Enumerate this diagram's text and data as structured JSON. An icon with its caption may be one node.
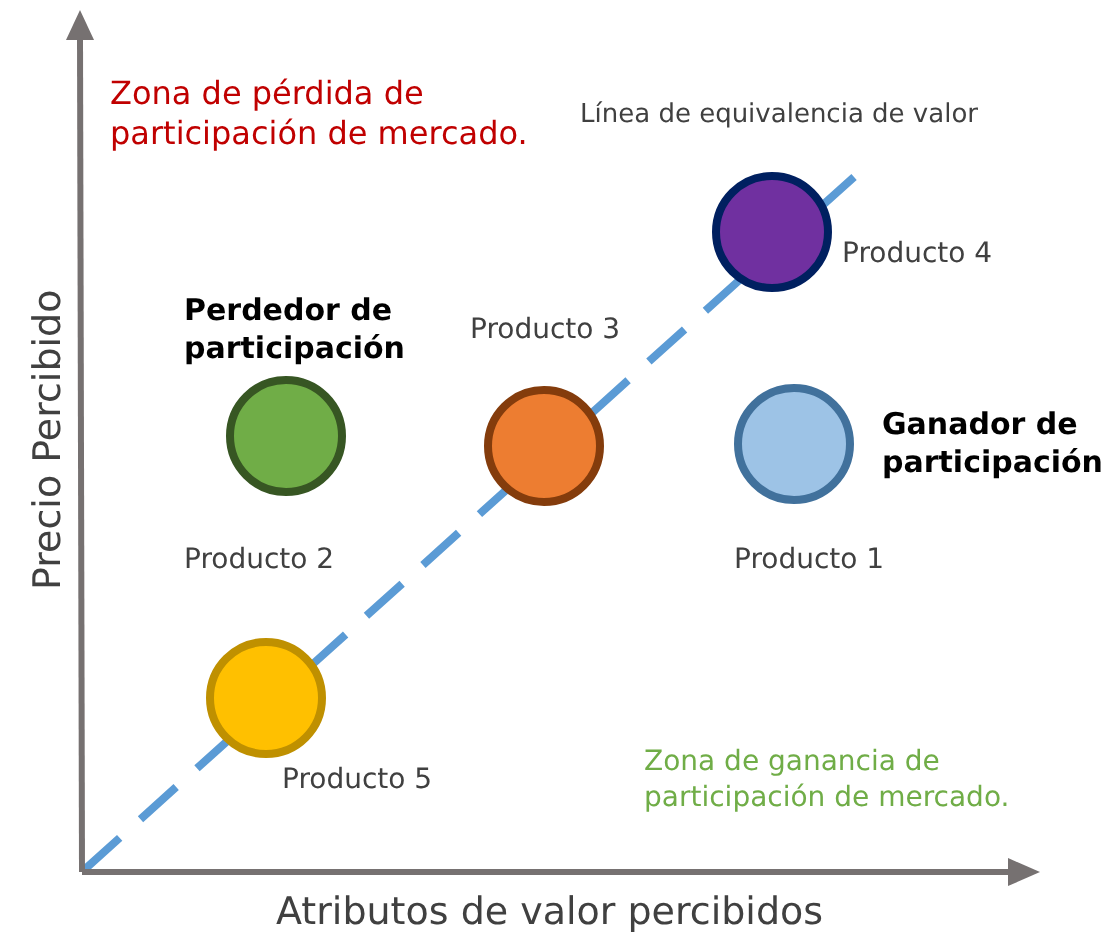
{
  "diagram": {
    "nodes": [
      {
        "text": [],
        "shape": "circle",
        "beside": [
          "Producto 4"
        ]
      },
      {
        "text": [],
        "shape": "circle",
        "beside": [
          "Producto 3"
        ]
      },
      {
        "text": [],
        "shape": "circle",
        "beside": [
          "Producto 2"
        ]
      },
      {
        "text": [],
        "shape": "circle",
        "beside": [
          "Producto 1"
        ]
      },
      {
        "text": [],
        "shape": "circle",
        "beside": [
          "Producto 5"
        ]
      }
    ],
    "edges": [],
    "labels": [
      "Zona de pérdida de participación de mercado.",
      "Línea de equivalencia de valor",
      "Perdedor de participación",
      "Ganador de participación",
      "Zona de ganancia de participación de mercado.",
      "Precio Percibido",
      "Atributos de valor percibidos"
    ]
  }
}
